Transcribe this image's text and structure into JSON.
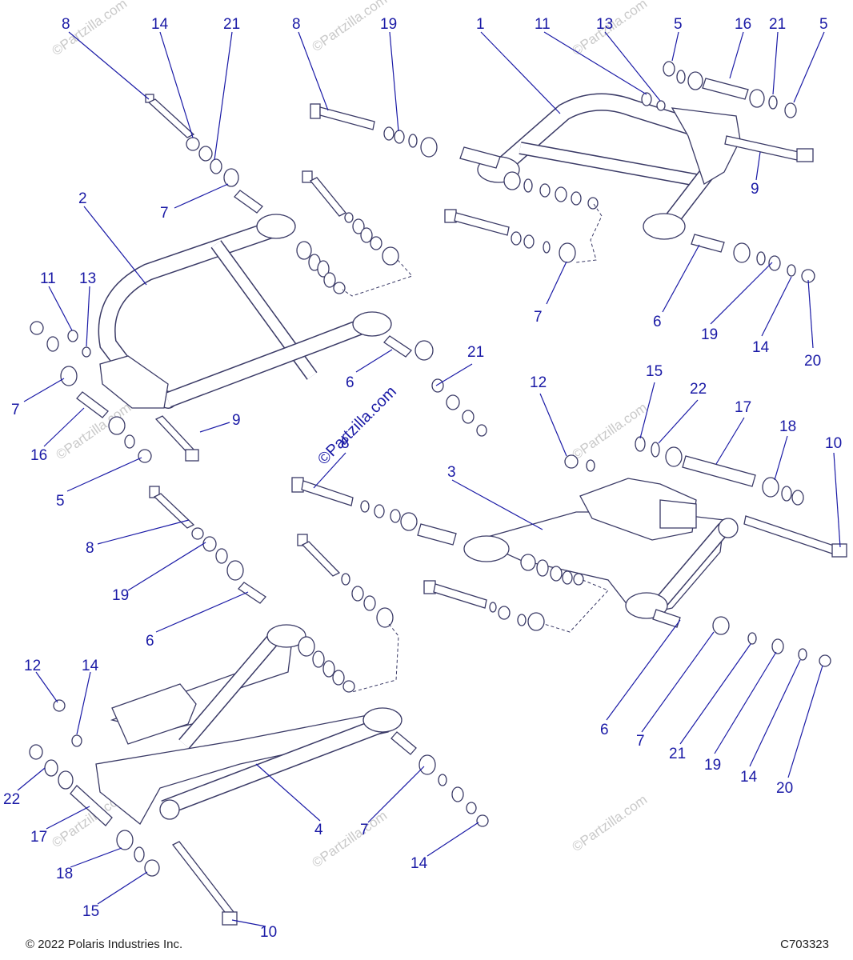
{
  "copyright": "© 2022 Polaris Industries Inc.",
  "drawing_number": "C703323",
  "watermark": "©Partzilla.com",
  "callouts": {
    "c1": "1",
    "c2": "2",
    "c3": "3",
    "c4": "4",
    "c5": "5",
    "c6": "6",
    "c7": "7",
    "c8": "8",
    "c9": "9",
    "c10": "10",
    "c11": "11",
    "c12": "12",
    "c13": "13",
    "c14": "14",
    "c15": "15",
    "c16": "16",
    "c17": "17",
    "c18": "18",
    "c19": "19",
    "c20": "20",
    "c21": "21",
    "c22": "22"
  }
}
